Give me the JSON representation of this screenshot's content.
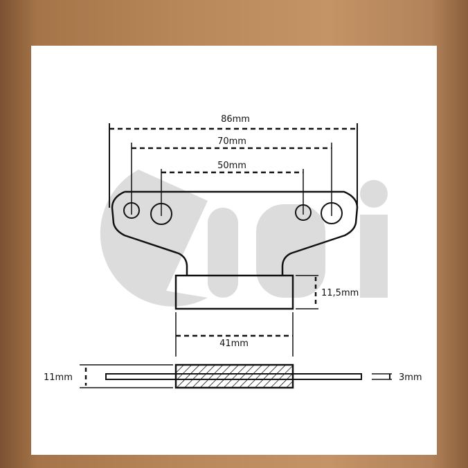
{
  "dimensions": {
    "overall_width": "86mm",
    "outer_hole_spacing": "70mm",
    "inner_hole_spacing": "50mm",
    "block_height": "11,5mm",
    "block_width": "41mm",
    "side_thickness": "11mm",
    "plate_thickness": "3mm"
  },
  "colors": {
    "line": "#111111",
    "watermark": "#d9d9d9",
    "panel": "#ffffff",
    "background": "#a97a4c"
  }
}
